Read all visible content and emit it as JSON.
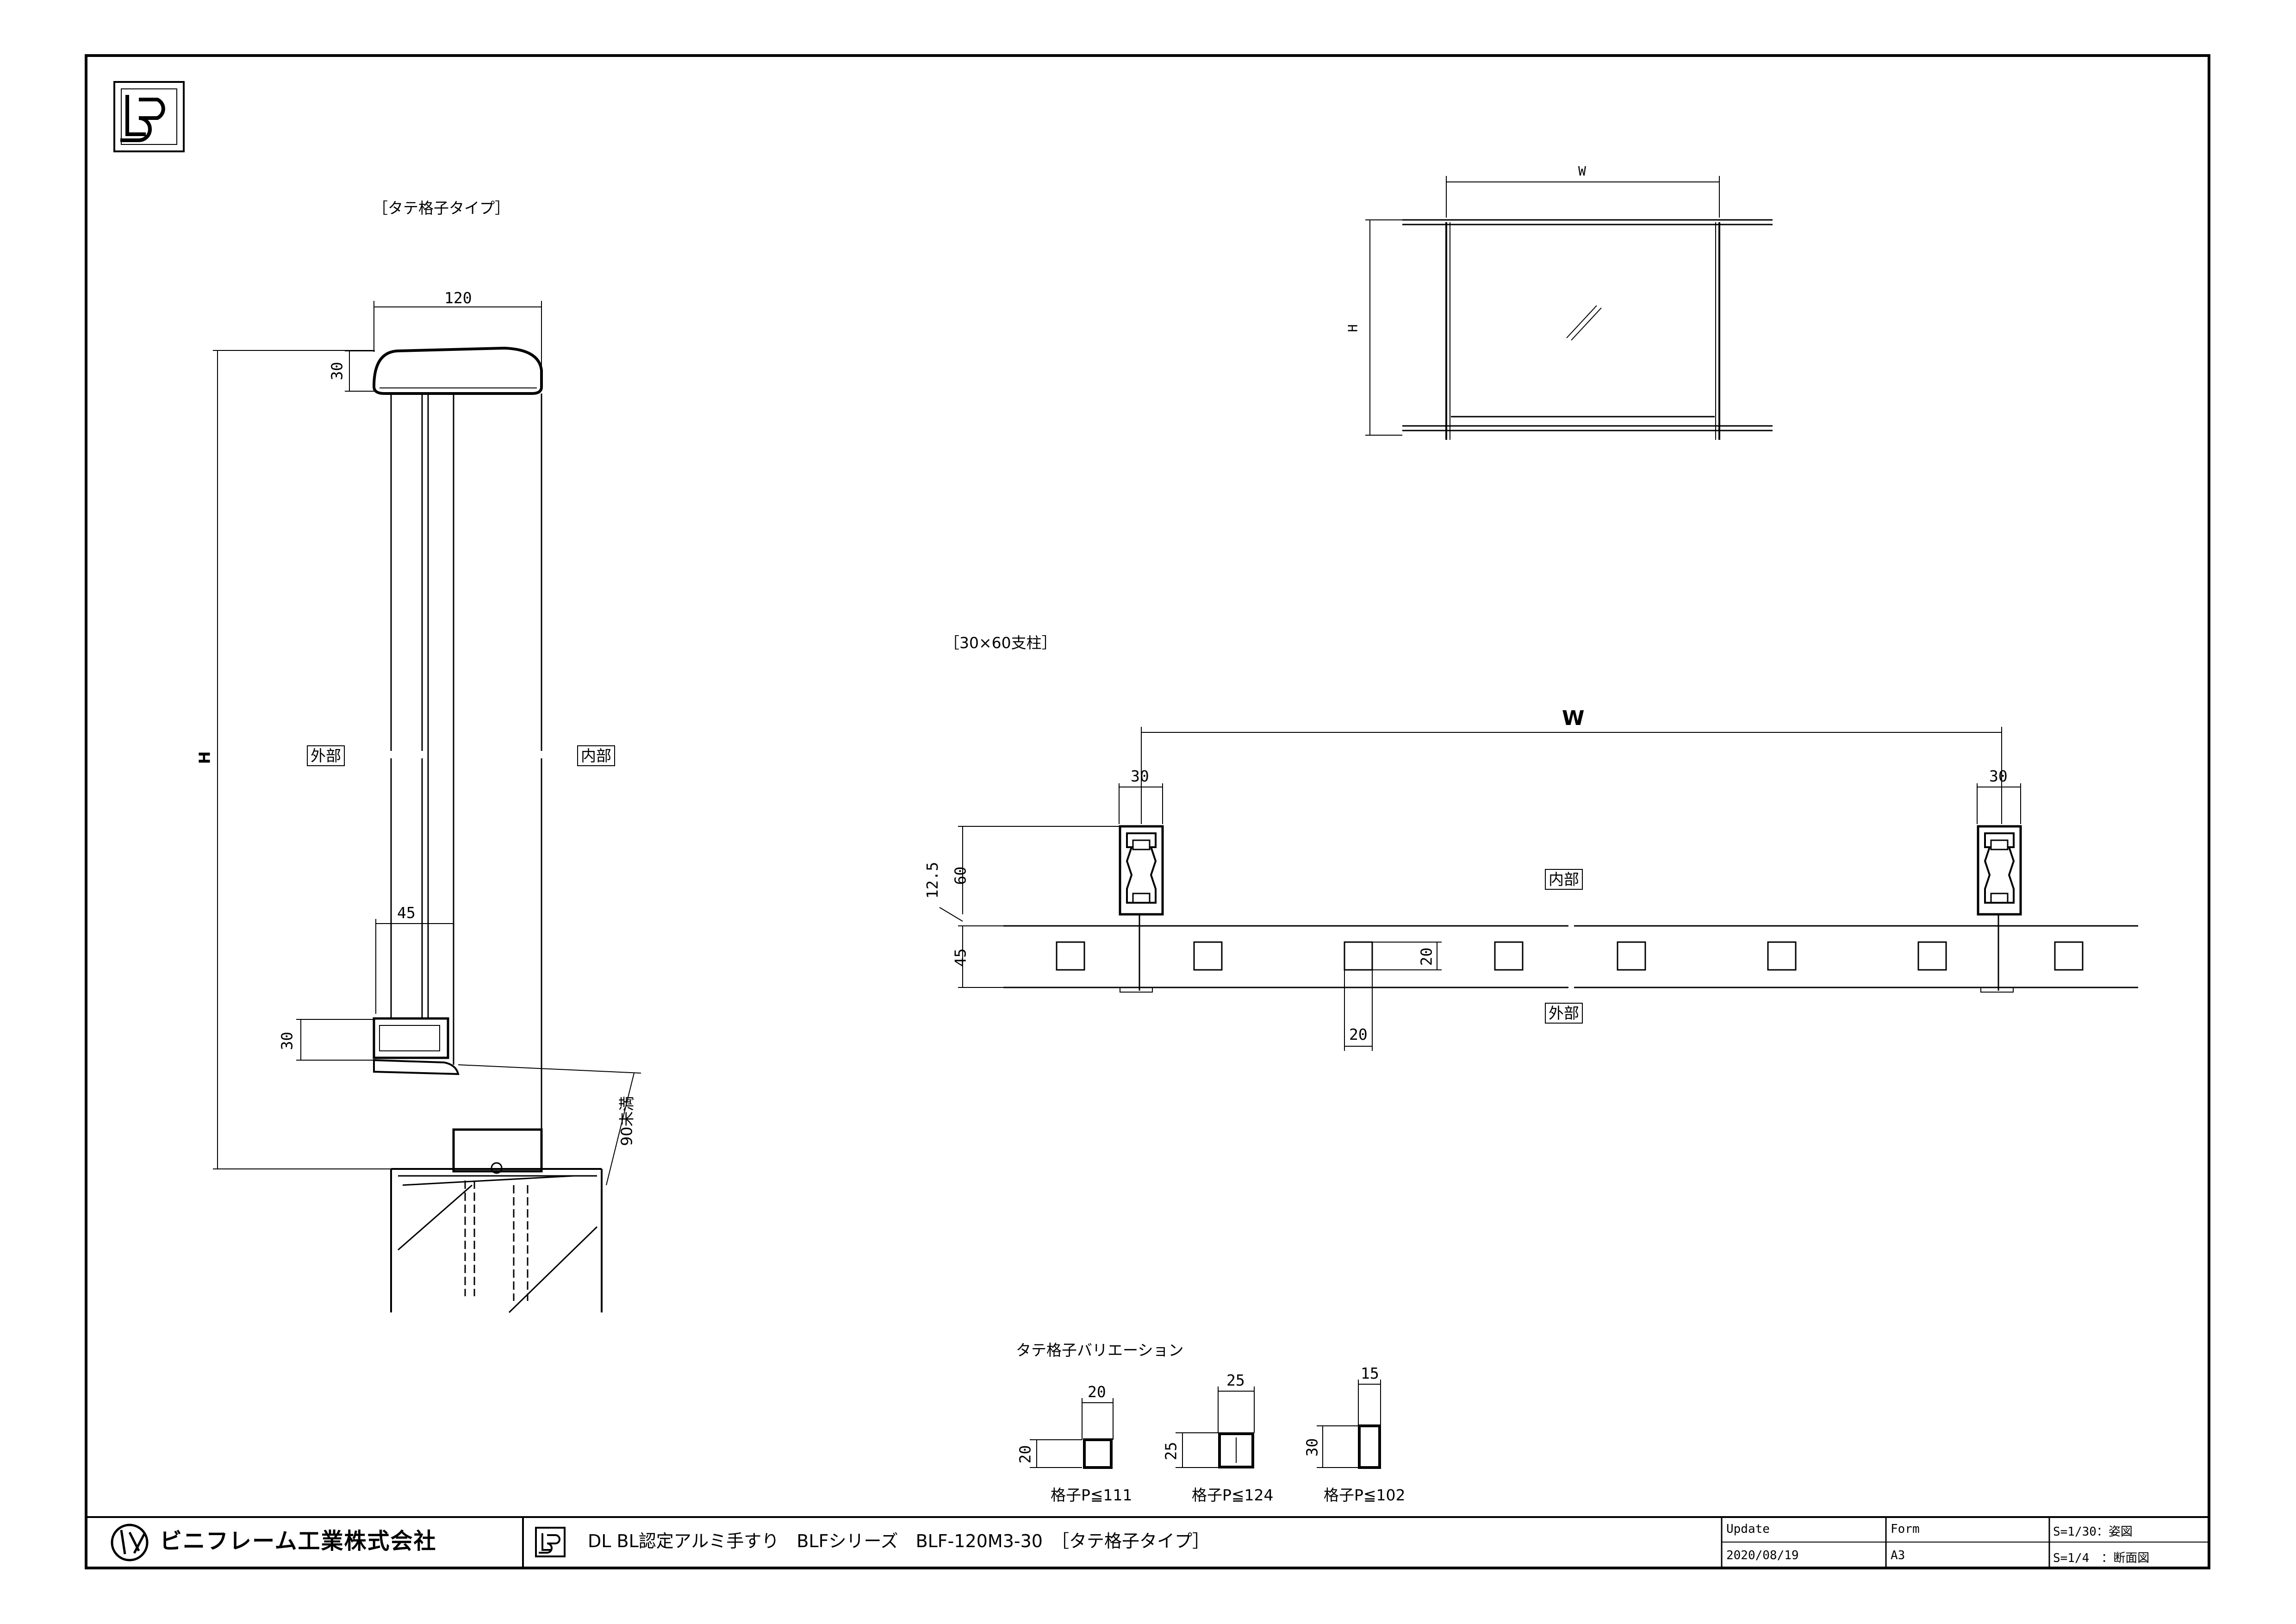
{
  "drawing": {
    "elevation_title": "［タテ格子タイプ］",
    "plan_title": "［30×60支柱］",
    "variation_title": "タテ格子バリエーション",
    "outside_label": "外部",
    "inside_label": "内部",
    "drain_label": "90未満",
    "dims": {
      "elev_top_width": "120",
      "elev_cap_height": "30",
      "elev_height": "H",
      "elev_lower_rail_width": "45",
      "elev_lower_rail_height": "30",
      "small_w": "W",
      "small_h": "H",
      "plan_w": "W",
      "plan_post_left": "30",
      "plan_post_right": "30",
      "plan_offset": "12.5",
      "plan_depth": "60",
      "plan_rail_depth": "45",
      "plan_bar_height": "20",
      "plan_bar_width": "20"
    },
    "variations": [
      {
        "w": "20",
        "h": "20",
        "caption": "格子P≦111"
      },
      {
        "w": "25",
        "h": "25",
        "caption": "格子P≦124"
      },
      {
        "w": "15",
        "h": "30",
        "caption": "格子P≦102"
      }
    ]
  },
  "titleblock": {
    "company": "ビニフレーム工業株式会社",
    "drawing_title": "DL BL認定アルミ手すり　BLFシリーズ　BLF-120M3-30　［タテ格子タイプ］",
    "update_label": "Update",
    "update_value": "2020/08/19",
    "form_label": "Form",
    "form_value": "A3",
    "scale_1": "S=1/30：姿図",
    "scale_2": "S=1/4　：断面図"
  }
}
